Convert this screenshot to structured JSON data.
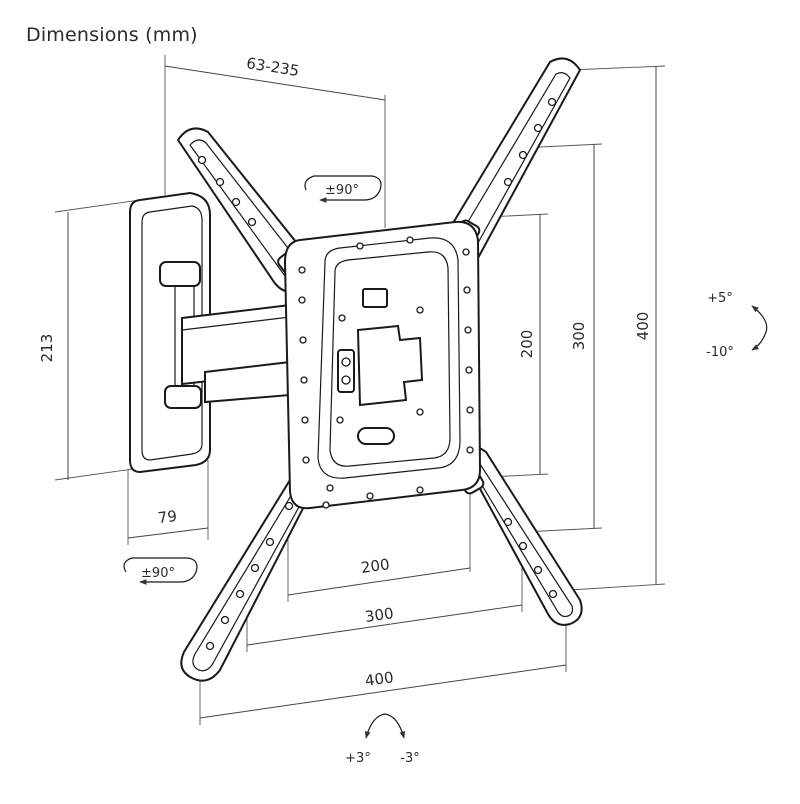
{
  "title": "Dimensions (mm)",
  "dimensions": {
    "arm_extension": "63-235",
    "wall_plate_height": "213",
    "wall_plate_depth": "79",
    "vesa_h_small": "200",
    "vesa_h_mid": "300",
    "vesa_h_large": "400",
    "vesa_v_small": "200",
    "vesa_v_mid": "300",
    "vesa_v_large": "400"
  },
  "rotations": {
    "swivel_top": "±90°",
    "swivel_bottom": "±90°",
    "tilt_up": "+5°",
    "tilt_down": "-10°",
    "roll_left": "+3°",
    "roll_right": "-3°"
  }
}
